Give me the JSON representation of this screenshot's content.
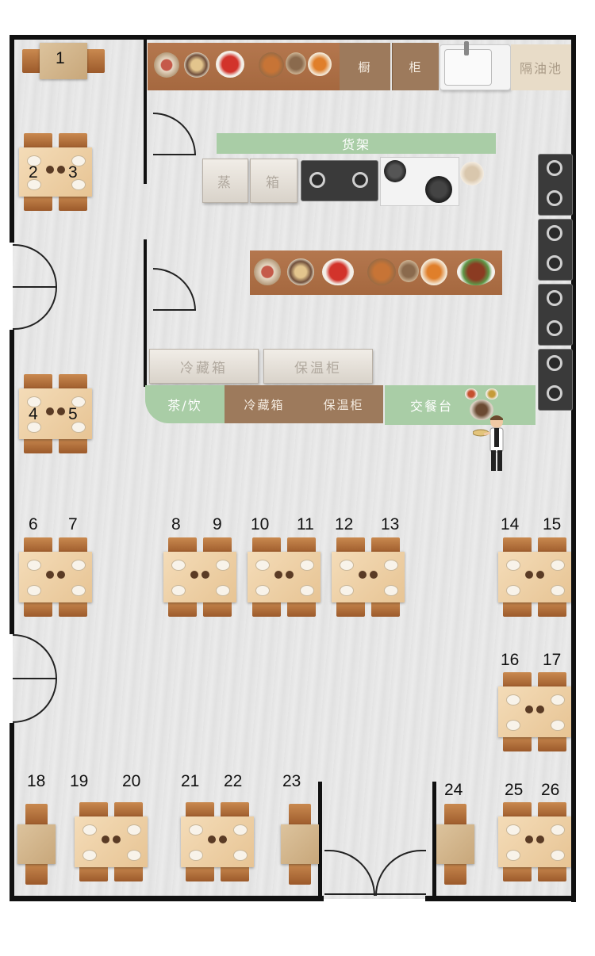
{
  "labels": {
    "cupboard_left": "橱",
    "cupboard_right": "柜",
    "grease_trap": "隔油池",
    "shelf": "货架",
    "steamer_left": "蒸",
    "steamer_right": "箱",
    "fridge_back": "冷藏箱",
    "warmer_back": "保温柜",
    "tea_drinks": "茶/饮",
    "fridge_counter": "冷藏箱",
    "warmer_counter": "保温柜",
    "handover_counter": "交餐台"
  },
  "tables": [
    "1",
    "2",
    "3",
    "4",
    "5",
    "6",
    "7",
    "8",
    "9",
    "10",
    "11",
    "12",
    "13",
    "14",
    "15",
    "16",
    "17",
    "18",
    "19",
    "20",
    "21",
    "22",
    "23",
    "24",
    "25",
    "26"
  ],
  "colors": {
    "wall": "#111111",
    "counter_green": "#a9cda6",
    "counter_brown": "#9d7a5c",
    "wood": "#b4774e",
    "table_top": "#eed0a4"
  }
}
